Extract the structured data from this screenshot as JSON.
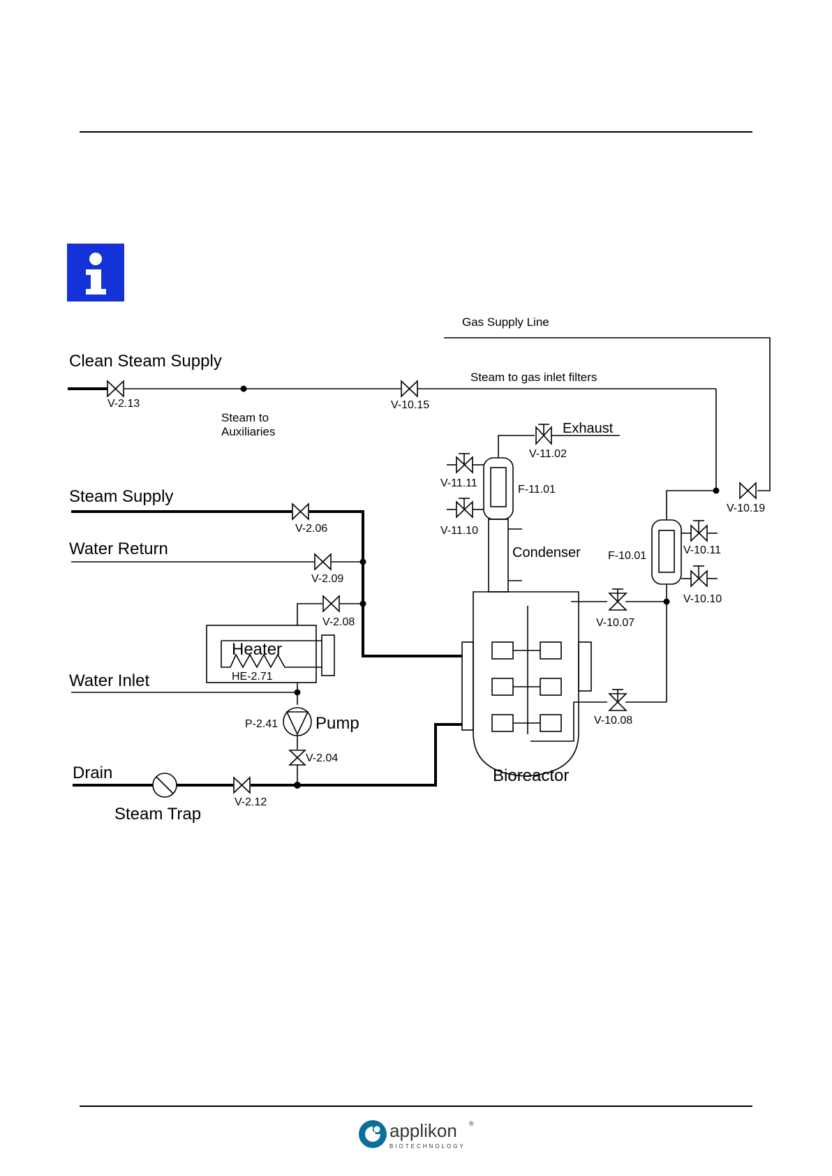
{
  "diagram": {
    "lines": {
      "clean_steam_supply": "Clean Steam Supply",
      "steam_supply": "Steam Supply",
      "water_return": "Water Return",
      "water_inlet": "Water Inlet",
      "drain": "Drain",
      "gas_supply_line": "Gas Supply Line",
      "steam_to_gas_inlet_filters": "Steam to gas inlet filters",
      "steam_to_aux_line1": "Steam to",
      "steam_to_aux_line2": "Auxiliaries",
      "exhaust": "Exhaust"
    },
    "equipment": {
      "condenser": "Condenser",
      "bioreactor": "Bioreactor",
      "heater": "Heater",
      "heater_tag": "HE-2.71",
      "pump": "Pump",
      "pump_tag": "P-2.41",
      "steam_trap": "Steam Trap",
      "filter_exhaust": "F-11.01",
      "filter_inlet": "F-10.01"
    },
    "valves": {
      "v_2_13": "V-2.13",
      "v_10_15": "V-10.15",
      "v_11_02": "V-11.02",
      "v_11_11": "V-11.11",
      "v_11_10": "V-11.10",
      "v_10_19": "V-10.19",
      "v_10_11": "V-10.11",
      "v_10_10": "V-10.10",
      "v_10_07": "V-10.07",
      "v_10_08": "V-10.08",
      "v_2_06": "V-2.06",
      "v_2_09": "V-2.09",
      "v_2_08": "V-2.08",
      "v_2_04": "V-2.04",
      "v_2_12": "V-2.12"
    }
  },
  "footer": {
    "logo_name": "applikon",
    "logo_sub": "BIOTECHNOLOGY",
    "logo_mark": "®",
    "brand_color": "#0b6f9a"
  },
  "info_icon_color": "#1432d8"
}
